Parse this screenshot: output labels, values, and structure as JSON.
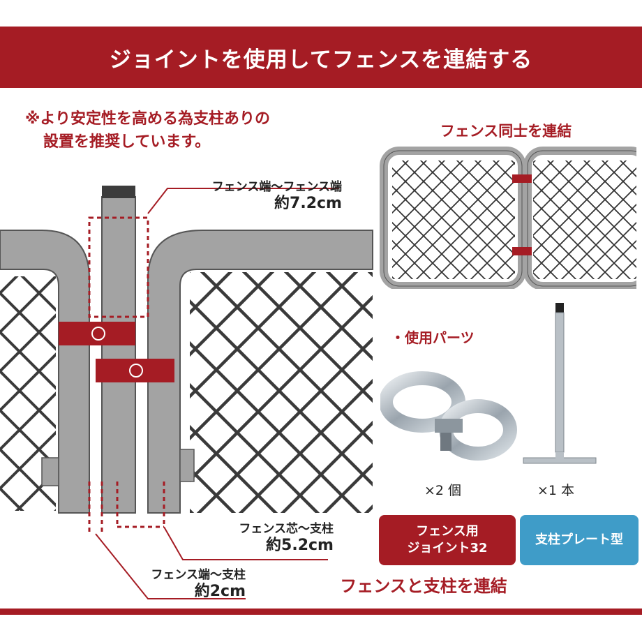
{
  "header": {
    "title": "ジョイントを使用してフェンスを連結する"
  },
  "note": {
    "line1": "※より安定性を高める為支柱ありの",
    "line2": "設置を推奨しています。"
  },
  "dimensions": {
    "fence_to_fence": {
      "label": "フェンス端～フェンス端",
      "value": "約7.2cm"
    },
    "core_to_post": {
      "label": "フェンス芯～支柱",
      "value": "約5.2cm"
    },
    "end_to_post": {
      "label": "フェンス端～支柱",
      "value": "約2cm"
    }
  },
  "fence_join": {
    "title": "フェンス同士を連結"
  },
  "parts": {
    "heading": "・使用パーツ",
    "joint_qty": "×2 個",
    "post_qty": "×1 本"
  },
  "badges": {
    "joint_line1": "フェンス用",
    "joint_line2": "ジョイント32",
    "post_plate": "支柱プレート型"
  },
  "post_join": {
    "title": "フェンスと支柱を連結"
  },
  "colors": {
    "brand_red": "#a51c24",
    "badge_blue": "#3f9cc8",
    "frame_gray": "#a3a3a3",
    "mesh_dark": "#3a3a3a"
  },
  "icons": [
    "joint-clamp-icon",
    "post-plate-icon"
  ]
}
